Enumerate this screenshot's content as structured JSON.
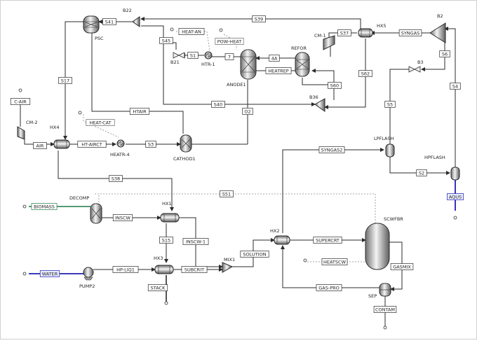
{
  "blocks": {
    "psc": "PSC",
    "b22": "B22",
    "b2": "B2",
    "hx5": "HX5",
    "cm1": "CM-1",
    "refor": "REFOR",
    "anode1": "ANODE1",
    "htr1": "HTR-1",
    "b21": "B21",
    "b36": "B36",
    "b3": "B3",
    "hx4": "HX4",
    "cm2": "CM-2",
    "heatr4": "HEATR-4",
    "cathod1": "CATHOD1",
    "lpflash": "LPFLASH",
    "hpflash": "HPFLASH",
    "decomp": "DECOMP",
    "hx1": "HX1",
    "hx3": "HX3",
    "pump2": "PUMP2",
    "mix1": "MIX1",
    "hx2": "HX2",
    "scwfbr": "SCWFBR",
    "sep": "SEP"
  },
  "streams": {
    "s41": "S41",
    "s39": "S39",
    "syngas": "SYNGAS",
    "s37": "S37",
    "heatan": "HEAT-AN",
    "powheat": "POW-HEAT",
    "s45": "S45",
    "s1": "S1",
    "s7": "7",
    "s4a": "4A",
    "heatrep": "HEATREP",
    "s6": "S6",
    "s4": "S4",
    "s17": "S17",
    "s60": "S60",
    "s62": "S62",
    "htair": "HTAIR",
    "s40": "S40",
    "o2": "O2",
    "s5": "S5",
    "cair": "C-AIR",
    "heatcat": "HEAT-CAT",
    "air": "AIR",
    "htairct": "HT-AIRCT",
    "s3": "S3",
    "syngas2": "SYNGAS2",
    "s2": "S2",
    "s38": "S38",
    "aqus": "AQUS",
    "s51": "S51",
    "biomass": "BIOMASS",
    "inscw": "INSCW",
    "s15": "S15",
    "inscw1": "INSCW-1",
    "solution": "SOLUTION",
    "supercrt": "SUPERCRT",
    "water": "WATER",
    "hpliq1": "HP-LIQ1",
    "subcrit": "SUBCRIT",
    "heatscw": "HEATSCW",
    "gasmix": "GASMIX",
    "stack": "STACK",
    "gaspro": "GAS-PRO",
    "contam": "CONTAM"
  },
  "colors": {
    "line": "#2b2b2b",
    "heat_tag": "#c0149c",
    "blue_stream": "#1f1fb0",
    "green_stream": "#1f7a4a",
    "water_tag": "#1f1fb0",
    "dotted": "#9a9a9a"
  }
}
